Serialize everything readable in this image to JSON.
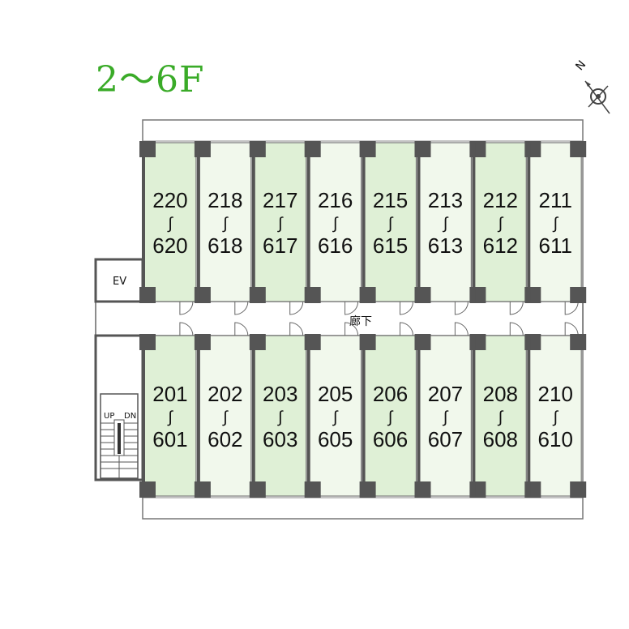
{
  "floor_title": "2〜6F",
  "north_label": "N",
  "ev_label": "EV",
  "corridor_label": "廊下",
  "stair_up": "UP",
  "stair_dn": "DN",
  "room_separator": "∫",
  "colors": {
    "title": "#3aab28",
    "room_dark": "#dff0d6",
    "room_light": "#f1f8ec",
    "wall": "#555555"
  },
  "north_rooms": [
    {
      "top": "220",
      "bottom": "620",
      "shade": "dark"
    },
    {
      "top": "218",
      "bottom": "618",
      "shade": "light"
    },
    {
      "top": "217",
      "bottom": "617",
      "shade": "dark"
    },
    {
      "top": "216",
      "bottom": "616",
      "shade": "light"
    },
    {
      "top": "215",
      "bottom": "615",
      "shade": "dark"
    },
    {
      "top": "213",
      "bottom": "613",
      "shade": "light"
    },
    {
      "top": "212",
      "bottom": "612",
      "shade": "dark"
    },
    {
      "top": "211",
      "bottom": "611",
      "shade": "light"
    }
  ],
  "south_rooms": [
    {
      "top": "201",
      "bottom": "601",
      "shade": "dark"
    },
    {
      "top": "202",
      "bottom": "602",
      "shade": "light"
    },
    {
      "top": "203",
      "bottom": "603",
      "shade": "dark"
    },
    {
      "top": "205",
      "bottom": "605",
      "shade": "light"
    },
    {
      "top": "206",
      "bottom": "606",
      "shade": "dark"
    },
    {
      "top": "207",
      "bottom": "607",
      "shade": "light"
    },
    {
      "top": "208",
      "bottom": "608",
      "shade": "dark"
    },
    {
      "top": "210",
      "bottom": "610",
      "shade": "light"
    }
  ]
}
